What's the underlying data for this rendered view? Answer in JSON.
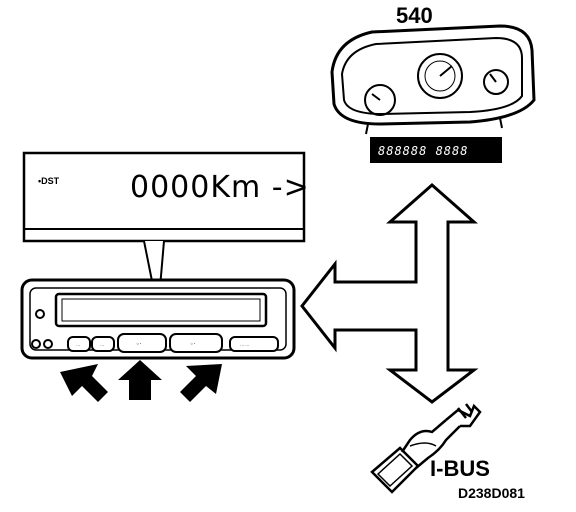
{
  "labels": {
    "cluster": "540",
    "bus": "I-BUS",
    "figure_ref": "D238D081"
  },
  "lcd": {
    "indicator": "•DST",
    "text": "0000Km ->"
  },
  "odometer": {
    "digits": "888888 8888"
  },
  "colors": {
    "ink": "#000000",
    "background": "#ffffff"
  },
  "icons": [
    "instrument-cluster-icon",
    "obc-display-unit-icon",
    "connector-plug-icon"
  ]
}
